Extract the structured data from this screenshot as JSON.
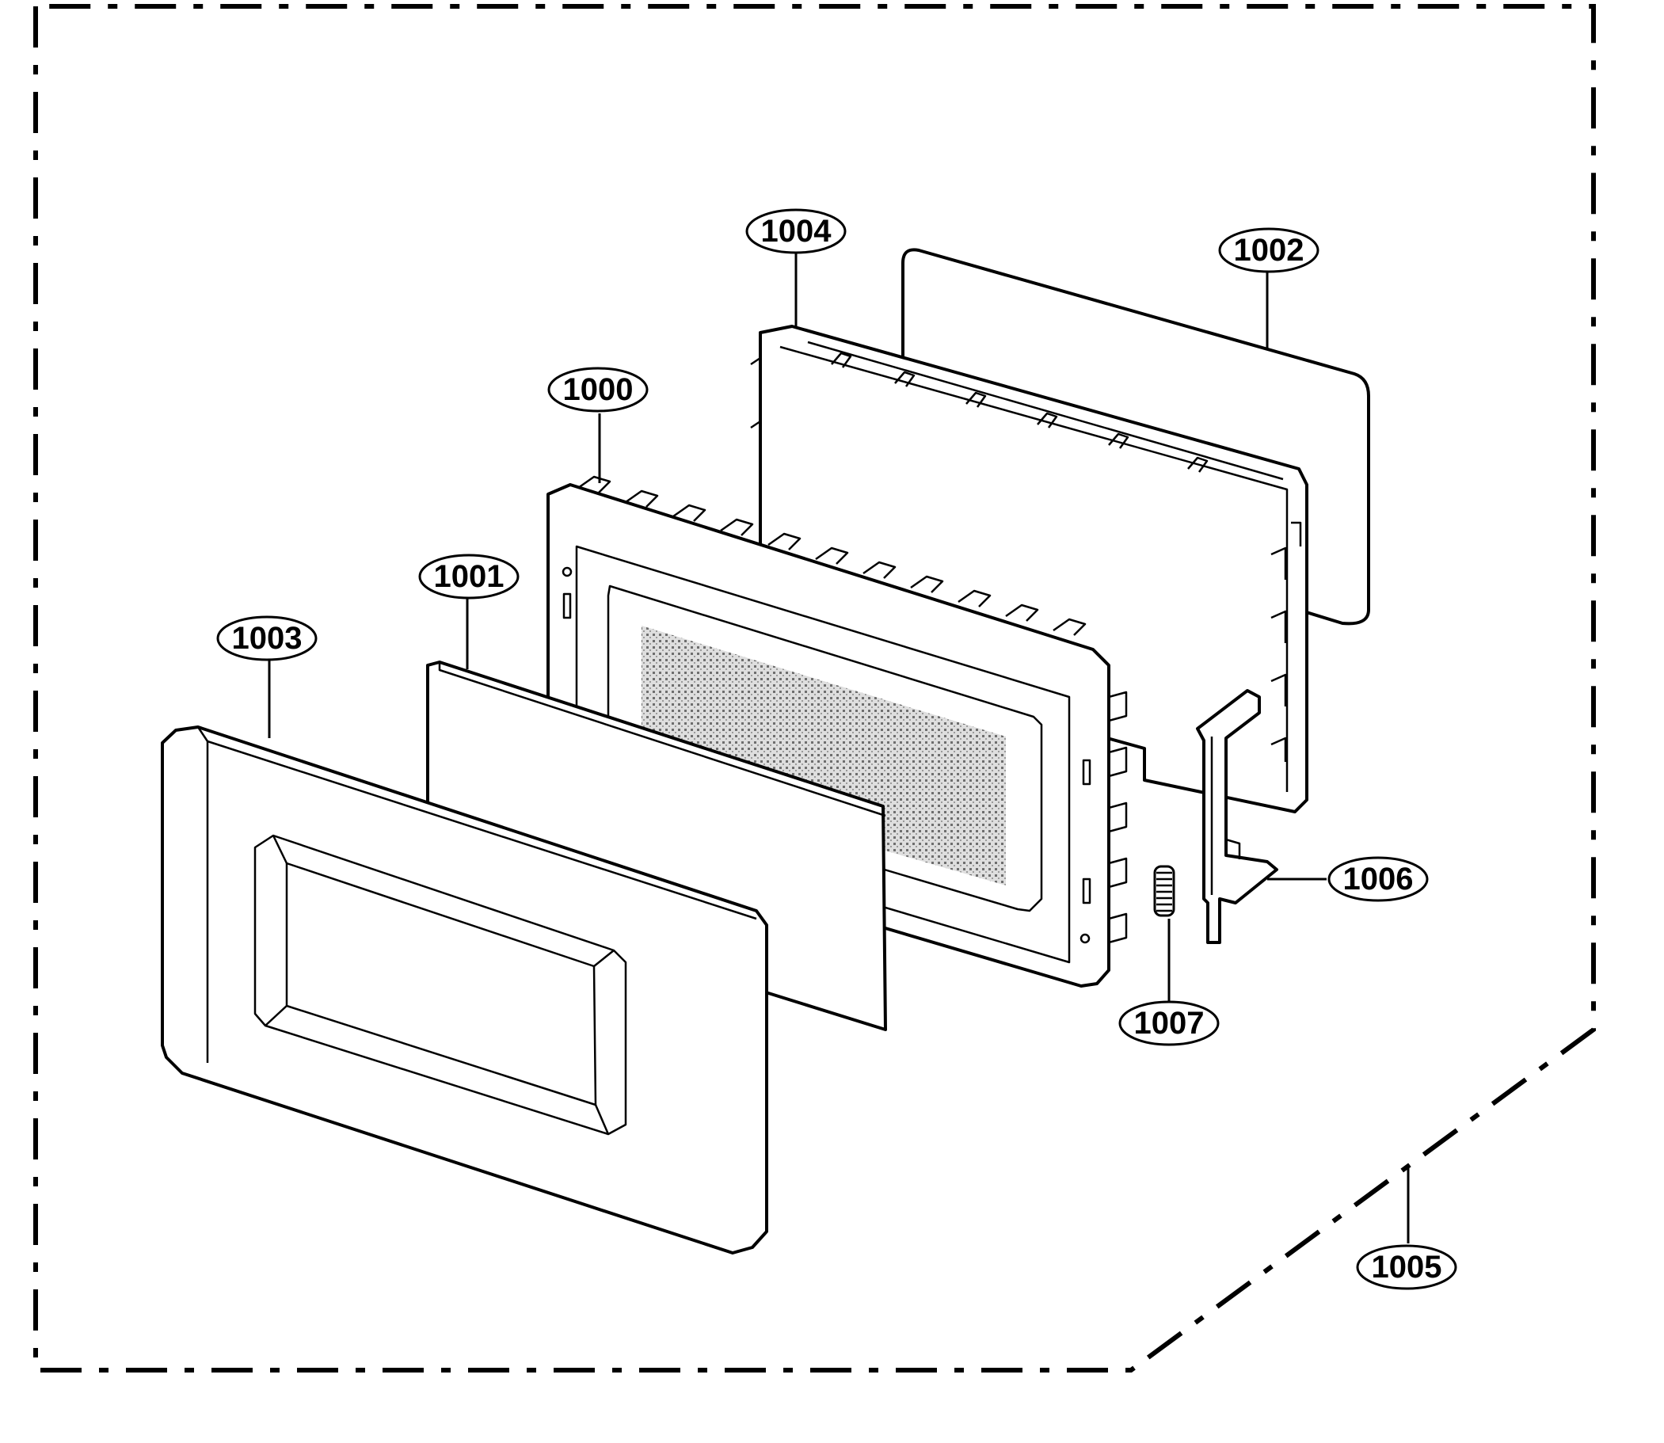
{
  "callouts": {
    "c1000": "1000",
    "c1001": "1001",
    "c1002": "1002",
    "c1003": "1003",
    "c1004": "1004",
    "c1005": "1005",
    "c1006": "1006",
    "c1007": "1007"
  }
}
